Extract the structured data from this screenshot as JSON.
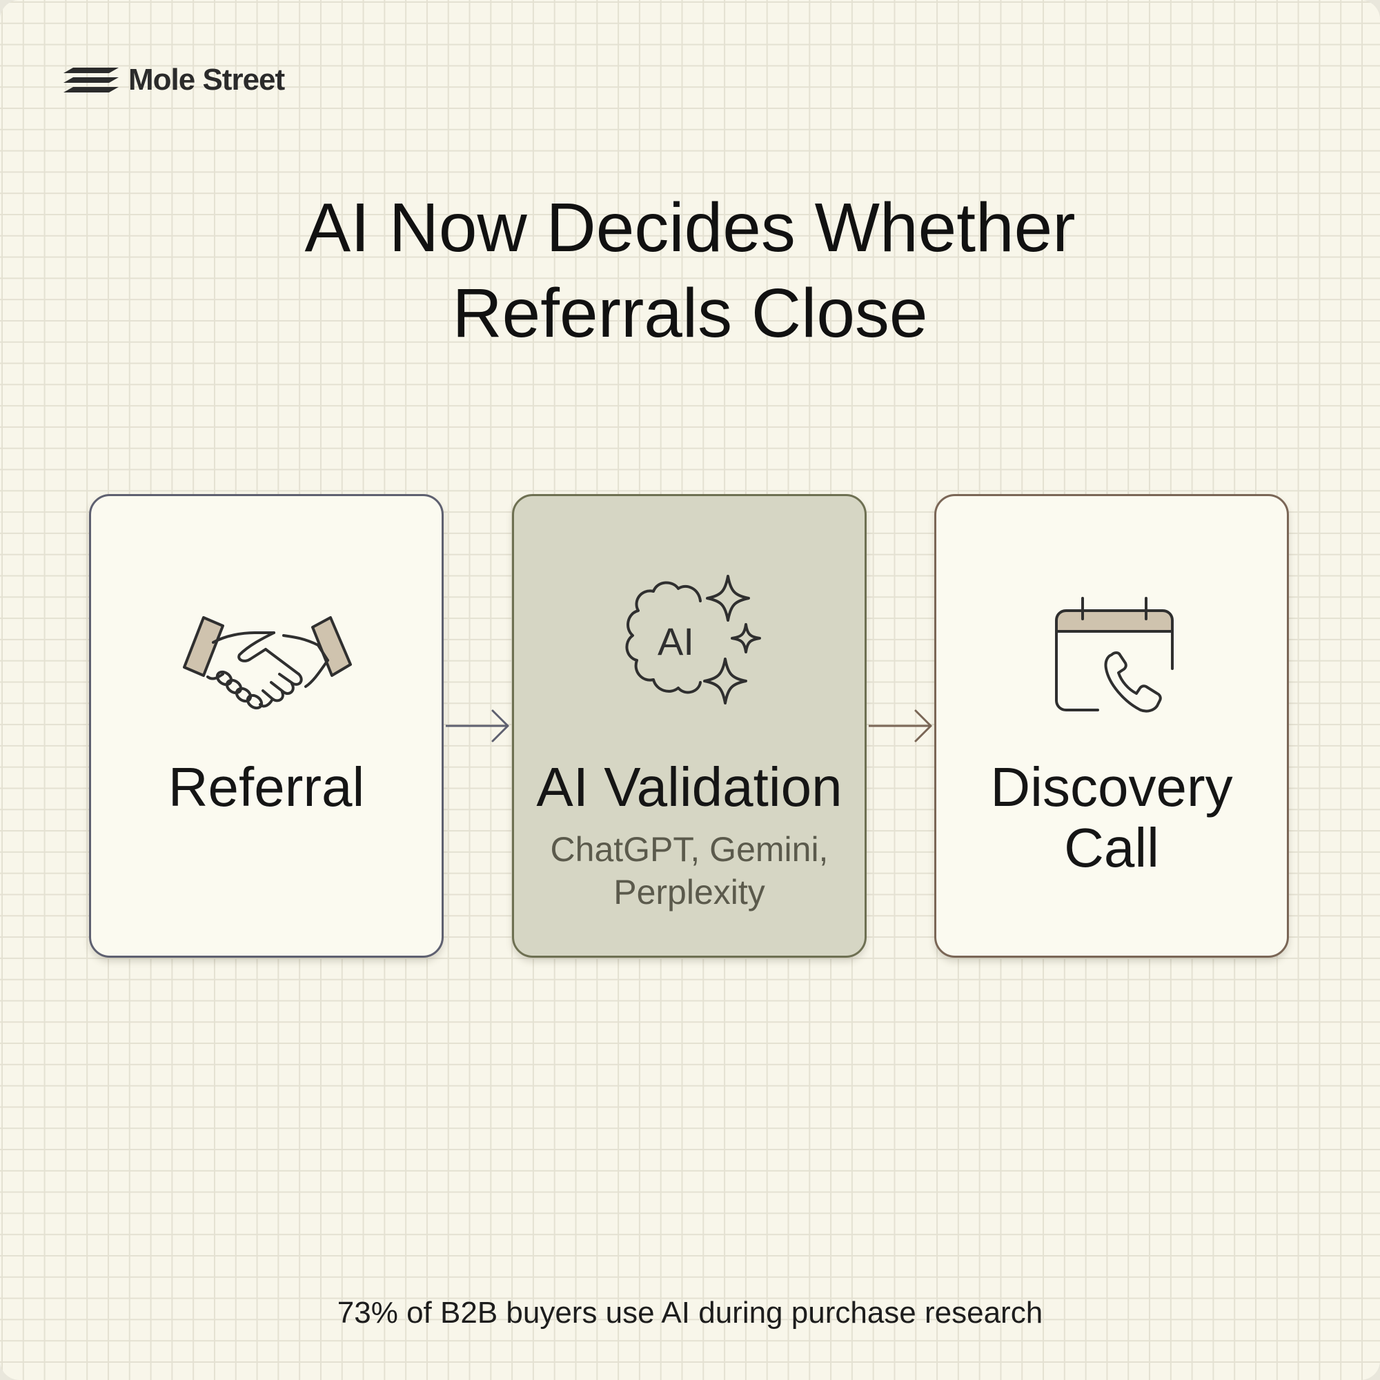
{
  "brand": {
    "name": "Mole Street",
    "icon": "stripes-logo-icon"
  },
  "title": {
    "line1": "AI Now Decides Whether",
    "line2": "Referrals Close"
  },
  "steps": [
    {
      "label": "Referral",
      "icon": "handshake-icon"
    },
    {
      "label": "AI Validation",
      "subtitle_line1": "ChatGPT, Gemini,",
      "subtitle_line2": "Perplexity",
      "icon": "brain-ai-sparkles-icon"
    },
    {
      "label_line1": "Discovery",
      "label_line2": "Call",
      "icon": "calendar-phone-icon"
    }
  ],
  "footer": {
    "text": "73% of B2B buyers use AI during purchase research"
  },
  "colors": {
    "background": "#f8f6ea",
    "grid": "#e4e1d2",
    "card_light": "#fbfaf0",
    "card_highlight": "#d6d6c4",
    "icon_fill": "#cfc3ae",
    "ink": "#111111"
  }
}
